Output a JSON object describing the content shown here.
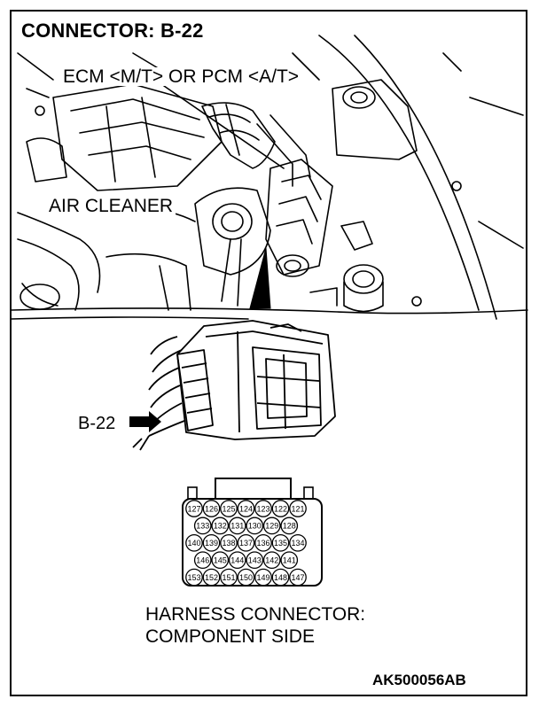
{
  "title": "CONNECTOR: B-22",
  "labels": {
    "ecm": "ECM <M/T> OR PCM <A/T>",
    "air_cleaner": "AIR CLEANER",
    "connector_callout": "B-22"
  },
  "caption": {
    "line1": "HARNESS CONNECTOR:",
    "line2": "COMPONENT SIDE"
  },
  "figure_code": "AK500056AB",
  "pin_rows": [
    [
      "127",
      "126",
      "125",
      "124",
      "123",
      "122",
      "121"
    ],
    [
      "133",
      "132",
      "131",
      "130",
      "129",
      "128"
    ],
    [
      "140",
      "139",
      "138",
      "137",
      "136",
      "135",
      "134"
    ],
    [
      "146",
      "145",
      "144",
      "143",
      "142",
      "141"
    ],
    [
      "153",
      "152",
      "151",
      "150",
      "149",
      "148",
      "147"
    ]
  ]
}
